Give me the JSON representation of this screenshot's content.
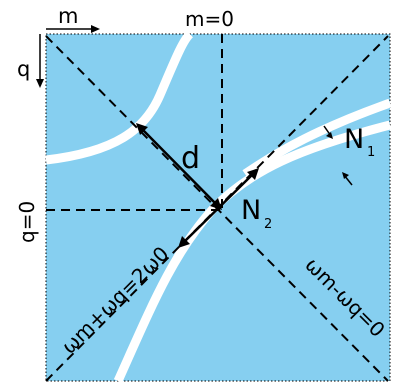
{
  "colors": {
    "region": "#86cff0",
    "curve": "#ffffff",
    "ink": "#000000"
  },
  "axes": {
    "m_label": "m",
    "q_label": "q",
    "m_zero": "m=0",
    "q_zero": "q=0"
  },
  "labels": {
    "distance": "d",
    "n1": "N",
    "n1_sub": "1",
    "n2": "N",
    "n2_sub": "2",
    "sum_resonance": "ωm+ωq=2ω0",
    "diff_resonance": "ωm-ωq=0"
  }
}
